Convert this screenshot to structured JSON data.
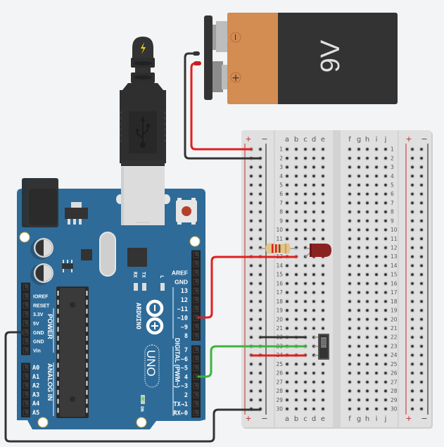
{
  "canvas": {
    "background": "#f3f4f6"
  },
  "battery": {
    "label": "9V",
    "negative_symbol": "−",
    "positive_symbol": "+",
    "colors": {
      "body": "#333333",
      "band": "#d38c52",
      "clip": "#333333"
    }
  },
  "usb_cable": {
    "icon": "usb-icon",
    "power_icon": "lightning-icon",
    "lightning_color": "#f2d21b"
  },
  "arduino": {
    "brand": "ARDUINO",
    "model": "UNO",
    "on_label": "ON",
    "board_color": "#2e6b98",
    "led_labels": [
      "RX",
      "TX",
      "L"
    ],
    "power_header": {
      "title": "POWER",
      "pins": [
        "IOREF",
        "RESET",
        "3.3V",
        "5V",
        "GND",
        "GND",
        "Vin"
      ]
    },
    "analog_header": {
      "title": "ANALOG IN",
      "pins": [
        "A0",
        "A1",
        "A2",
        "A3",
        "A4",
        "A5"
      ]
    },
    "digital_header": {
      "title": "DIGITAL (PWM~)",
      "pins_top": [
        "AREF",
        "GND",
        "13",
        "12",
        "~11",
        "~10",
        "~9",
        "8"
      ],
      "pins_bottom": [
        "7",
        "~6",
        "~5",
        "4",
        "~3",
        "2",
        "TX→1",
        "RX←0"
      ]
    },
    "reset_button_color": "#b5402a",
    "power_led_color": "#5be35b"
  },
  "breadboard": {
    "rail_plus": "+",
    "rail_minus": "−",
    "columns_left": [
      "a",
      "b",
      "c",
      "d",
      "e"
    ],
    "columns_right": [
      "f",
      "g",
      "h",
      "i",
      "j"
    ],
    "row_labels": [
      "1",
      "2",
      "3",
      "4",
      "5",
      "6",
      "7",
      "8",
      "9",
      "10",
      "11",
      "12",
      "13",
      "14",
      "15",
      "16",
      "17",
      "18",
      "19",
      "20",
      "21",
      "22",
      "23",
      "24",
      "25",
      "26",
      "27",
      "28",
      "29",
      "30"
    ],
    "colors": {
      "body": "#e0e0e0",
      "plus_line": "#c0282a",
      "minus_line": "#555555"
    }
  },
  "components": {
    "resistor": {
      "body_color": "#e3c48a",
      "bands": [
        "#e02020",
        "#e02020",
        "#8a4a1a",
        "#c9a24a"
      ]
    },
    "led": {
      "color": "#8b2222"
    },
    "slide_switch": {
      "body_color": "#333333"
    }
  },
  "wires": [
    {
      "name": "battery-negative-wire",
      "color": "#333333"
    },
    {
      "name": "battery-positive-wire",
      "color": "#e0201e"
    },
    {
      "name": "pin10-to-led-wire",
      "color": "#e0201e"
    },
    {
      "name": "pin4-to-switch-wire",
      "color": "#3cb43c"
    },
    {
      "name": "gnd-to-rail-wire",
      "color": "#333333"
    },
    {
      "name": "rail-minus-to-switch-wire",
      "color": "#333333"
    },
    {
      "name": "rail-plus-to-switch-wire",
      "color": "#e0201e"
    }
  ]
}
